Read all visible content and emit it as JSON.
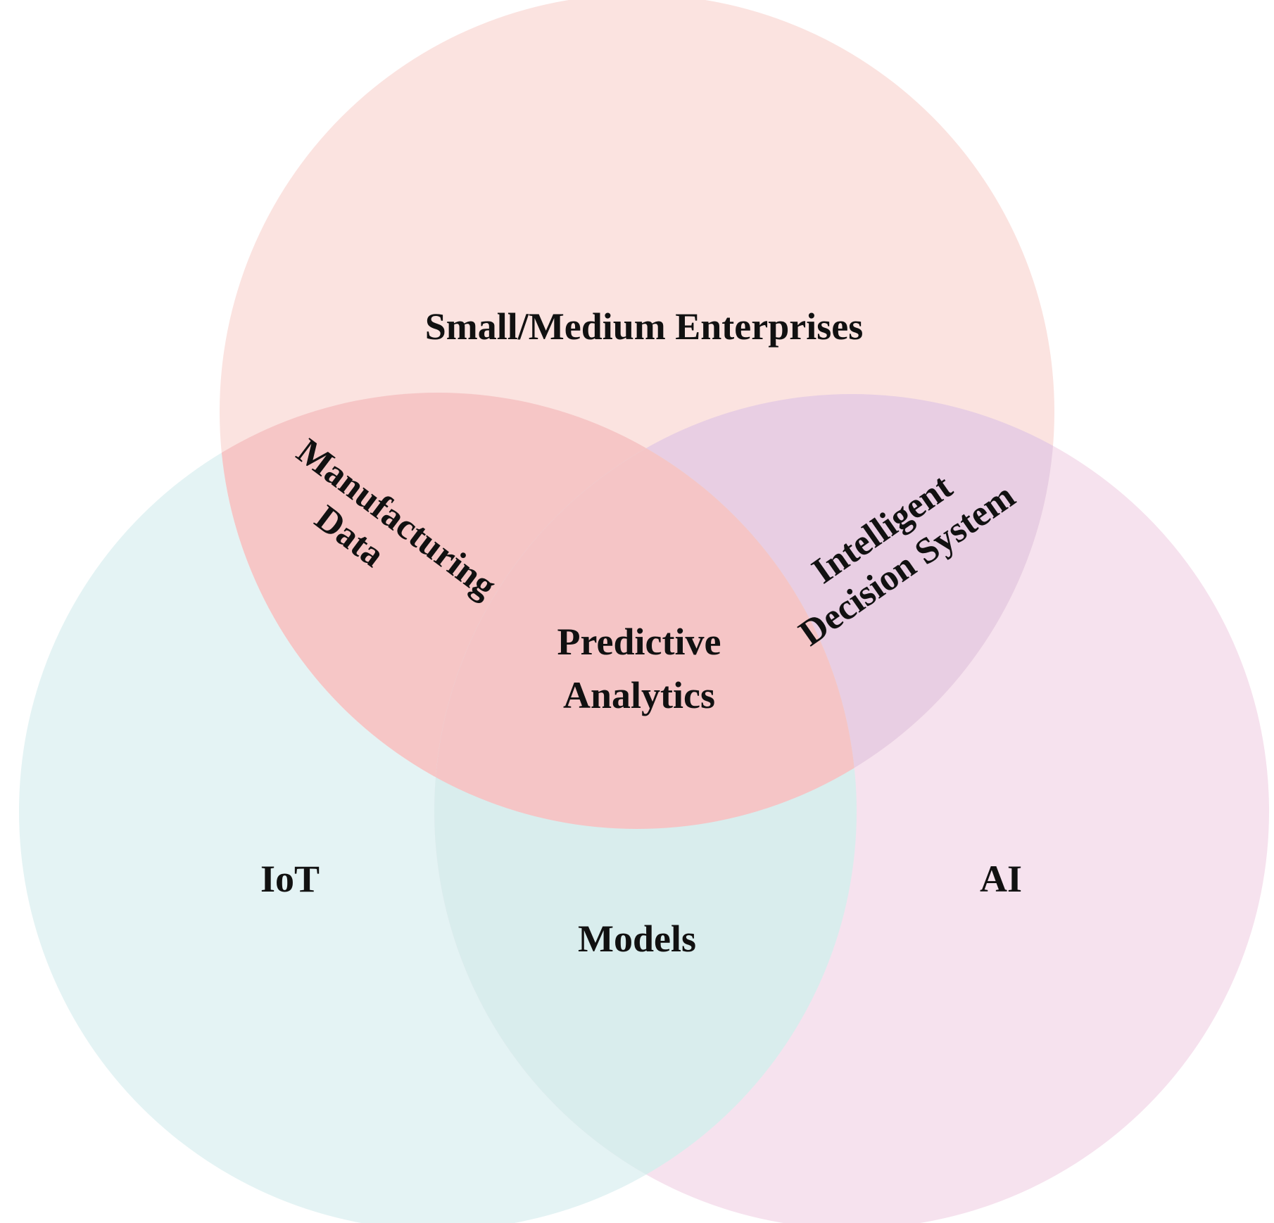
{
  "sets": {
    "top": {
      "label": "Small/Medium Enterprises",
      "color": "#fbe3e0"
    },
    "left": {
      "label": "IoT",
      "color": "#e4f3f4"
    },
    "right": {
      "label": "AI",
      "color": "#f6e2ee"
    }
  },
  "intersections": {
    "top_left": {
      "lines": [
        "Manufacturing",
        "Data"
      ],
      "color": "#f6c6c6"
    },
    "top_right": {
      "lines": [
        "Intelligent",
        "Decision System"
      ],
      "color": "#e8cee3"
    },
    "left_right": {
      "label": "Models",
      "color": "#d9eded"
    },
    "center": {
      "lines": [
        "Predictive",
        "Analytics"
      ],
      "color": "#f5c5c6"
    }
  }
}
